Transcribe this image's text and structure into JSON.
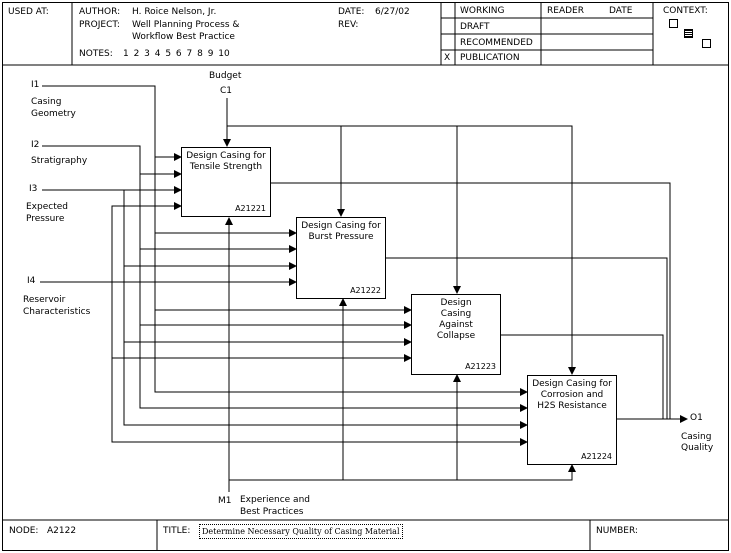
{
  "header": {
    "used_at_label": "USED AT:",
    "author_label": "AUTHOR:",
    "author": "H. Roice Nelson, Jr.",
    "project_label": "PROJECT:",
    "project_line1": "Well Planning Process &",
    "project_line2": "Workflow Best Practice",
    "notes_label": "NOTES:",
    "notes_numbers": "1  2  3  4  5  6  7  8  9  10",
    "date_label": "DATE:",
    "date": "6/27/02",
    "rev_label": "REV:",
    "status": [
      "WORKING",
      "DRAFT",
      "RECOMMENDED",
      "PUBLICATION"
    ],
    "status_mark": "X",
    "reader_label": "READER",
    "date_col_label": "DATE",
    "context_label": "CONTEXT:"
  },
  "inputs": [
    {
      "code": "I1",
      "label_lines": [
        "Casing",
        "Geometry"
      ]
    },
    {
      "code": "I2",
      "label_lines": [
        "Stratigraphy"
      ]
    },
    {
      "code": "I3",
      "label_lines": [
        "Expected",
        "Pressure"
      ]
    },
    {
      "code": "I4",
      "label_lines": [
        "Reservoir",
        "Characteristics"
      ]
    }
  ],
  "control": {
    "code": "C1",
    "label": "Budget"
  },
  "mechanism": {
    "code": "M1",
    "label_lines": [
      "Experience and",
      "Best Practices"
    ]
  },
  "output": {
    "code": "O1",
    "label_lines": [
      "Casing",
      "Quality"
    ]
  },
  "activities": [
    {
      "title": "Design Casing for Tensile Strength",
      "node": "A21221"
    },
    {
      "title": "Design Casing for Burst Pressure",
      "node": "A21222"
    },
    {
      "title": "Design Casing Against Collapse",
      "node": "A21223"
    },
    {
      "title": "Design Casing for Corrosion and H2S Resistance",
      "node": "A21224"
    }
  ],
  "footer": {
    "node_label": "NODE:",
    "node": "A2122",
    "title_label": "TITLE:",
    "title": "Determine Necessary Quality of  Casing Material",
    "number_label": "NUMBER:"
  }
}
